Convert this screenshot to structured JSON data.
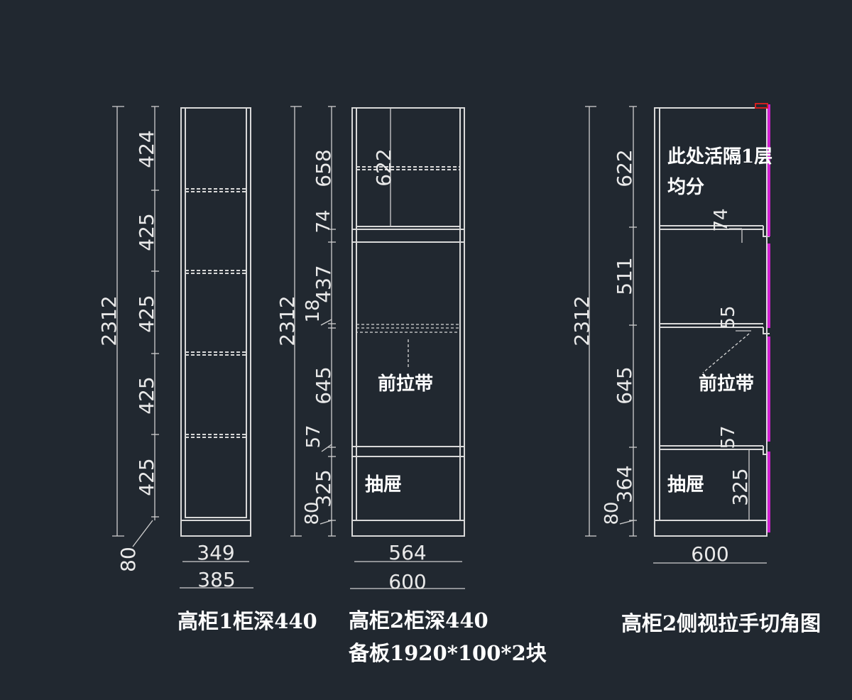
{
  "colors": {
    "background": "#212830",
    "line": "#d8d8d8",
    "handle": "#d020d0",
    "corner": "#d02020"
  },
  "cab1": {
    "total": "2312",
    "sections": [
      "424",
      "425",
      "425",
      "425",
      "425"
    ],
    "base": "80",
    "inner_width": "349",
    "outer_width": "385",
    "caption": "高柜1柜深440"
  },
  "cab2": {
    "total": "2312",
    "top": "658",
    "inner_top": "622",
    "rail1": "74",
    "middle": "437",
    "shelf": "18",
    "lower": "645",
    "rail2": "57",
    "drawer": "325",
    "base": "80",
    "inner_width": "564",
    "outer_width": "600",
    "label_strap": "前拉带",
    "label_drawer": "抽屉",
    "caption1": "高柜2柜深440",
    "caption2": "备板1920*100*2块"
  },
  "cab3": {
    "total": "2312",
    "top": "622",
    "rail1": "74",
    "middle": "511",
    "rail_mid": "55",
    "lower": "645",
    "rail2": "57",
    "drawer_zone": "364",
    "drawer": "325",
    "base": "80",
    "width": "600",
    "note_line1": "此处活隔1层",
    "note_line2": "均分",
    "label_strap": "前拉带",
    "label_drawer": "抽屉",
    "caption": "高柜2侧视拉手切角图"
  }
}
